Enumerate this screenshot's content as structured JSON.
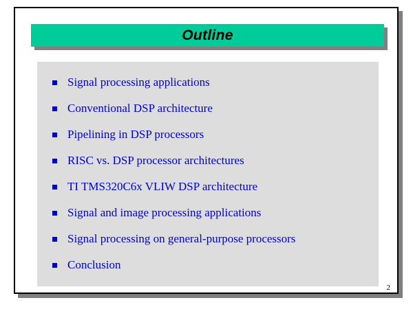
{
  "slide": {
    "title": "Outline",
    "page_number": "2",
    "colors": {
      "banner": "#00CC99",
      "banner_shadow": "#808080",
      "content_panel": "#DDDDDD",
      "bullet_text": "#0000CC",
      "title_text": "#000000",
      "frame_border": "#000000",
      "frame_shadow": "#808080",
      "background": "#FFFFFF"
    },
    "bullets": [
      {
        "label": "Signal processing applications"
      },
      {
        "label": "Conventional DSP architecture"
      },
      {
        "label": "Pipelining in DSP processors"
      },
      {
        "label": "RISC vs. DSP processor architectures"
      },
      {
        "label": "TI TMS320C6x VLIW DSP architecture"
      },
      {
        "label": "Signal and image processing applications"
      },
      {
        "label": "Signal processing on general-purpose processors"
      },
      {
        "label": "Conclusion"
      }
    ]
  }
}
